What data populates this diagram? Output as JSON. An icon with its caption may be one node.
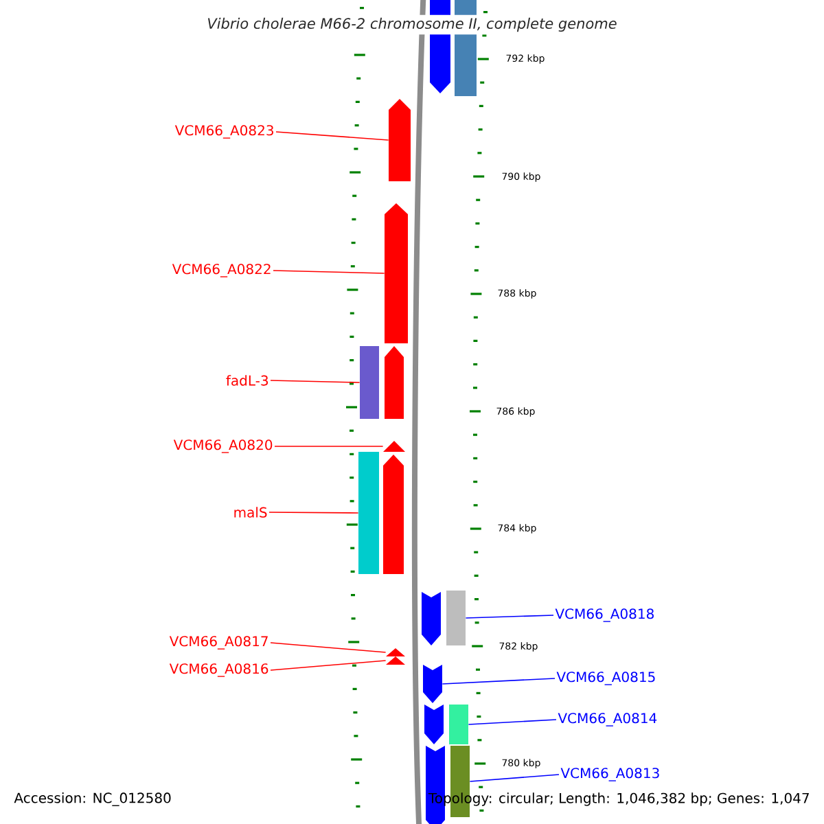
{
  "diagram": {
    "title": "Vibrio cholerae M66-2 chromosome II, complete genome",
    "nodes": [
      {
        "text": [],
        "shape": "arrow"
      },
      {
        "text": [],
        "shape": "bar"
      },
      {
        "text": [],
        "shape": "arrow"
      },
      {
        "text": [],
        "shape": "arrow"
      },
      {
        "text": [],
        "shape": "bar"
      },
      {
        "text": [],
        "shape": "arrow"
      },
      {
        "text": [],
        "shape": "triangle"
      },
      {
        "text": [],
        "shape": "bar"
      },
      {
        "text": [],
        "shape": "arrow"
      },
      {
        "text": [],
        "shape": "arrow"
      },
      {
        "text": [],
        "shape": "bar"
      },
      {
        "text": [],
        "shape": "triangle"
      },
      {
        "text": [],
        "shape": "triangle"
      },
      {
        "text": [],
        "shape": "arrow"
      },
      {
        "text": [],
        "shape": "arrow"
      },
      {
        "text": [],
        "shape": "bar"
      },
      {
        "text": [],
        "shape": "arrow"
      },
      {
        "text": [],
        "shape": "bar"
      },
      {
        "text": [
          "VCM66_A0823"
        ]
      },
      {
        "text": [
          "VCM66_A0822"
        ]
      },
      {
        "text": [
          "fadL-3"
        ]
      },
      {
        "text": [
          "VCM66_A0820"
        ]
      },
      {
        "text": [
          "malS"
        ]
      },
      {
        "text": [
          "VCM66_A0817"
        ]
      },
      {
        "text": [
          "VCM66_A0816"
        ]
      },
      {
        "text": [
          "VCM66_A0818"
        ]
      },
      {
        "text": [
          "VCM66_A0815"
        ]
      },
      {
        "text": [
          "VCM66_A0814"
        ]
      },
      {
        "text": [
          "VCM66_A0813"
        ]
      }
    ],
    "edges": [
      {
        "from": 18,
        "to": 2,
        "arrow": "none"
      },
      {
        "from": 19,
        "to": 3,
        "arrow": "none"
      },
      {
        "from": 20,
        "to": 4,
        "arrow": "none"
      },
      {
        "from": 21,
        "to": 6,
        "arrow": "none"
      },
      {
        "from": 22,
        "to": 7,
        "arrow": "none"
      },
      {
        "from": 23,
        "to": 11,
        "arrow": "none"
      },
      {
        "from": 24,
        "to": 12,
        "arrow": "none"
      },
      {
        "from": 25,
        "to": 10,
        "arrow": "none",
        "color": "#0000ff"
      },
      {
        "from": 26,
        "to": 13,
        "arrow": "none",
        "color": "#0000ff"
      },
      {
        "from": 27,
        "to": 15,
        "arrow": "none",
        "color": "#0000ff"
      },
      {
        "from": 28,
        "to": 17,
        "arrow": "none",
        "color": "#0000ff"
      }
    ],
    "labels": [
      "792 kbp",
      "790 kbp",
      "788 kbp",
      "786 kbp",
      "784 kbp",
      "782 kbp",
      "780 kbp",
      "Accession: NC_012580",
      "Topology: circular; Length: 1,046,382 bp; Genes: 1,047"
    ]
  }
}
